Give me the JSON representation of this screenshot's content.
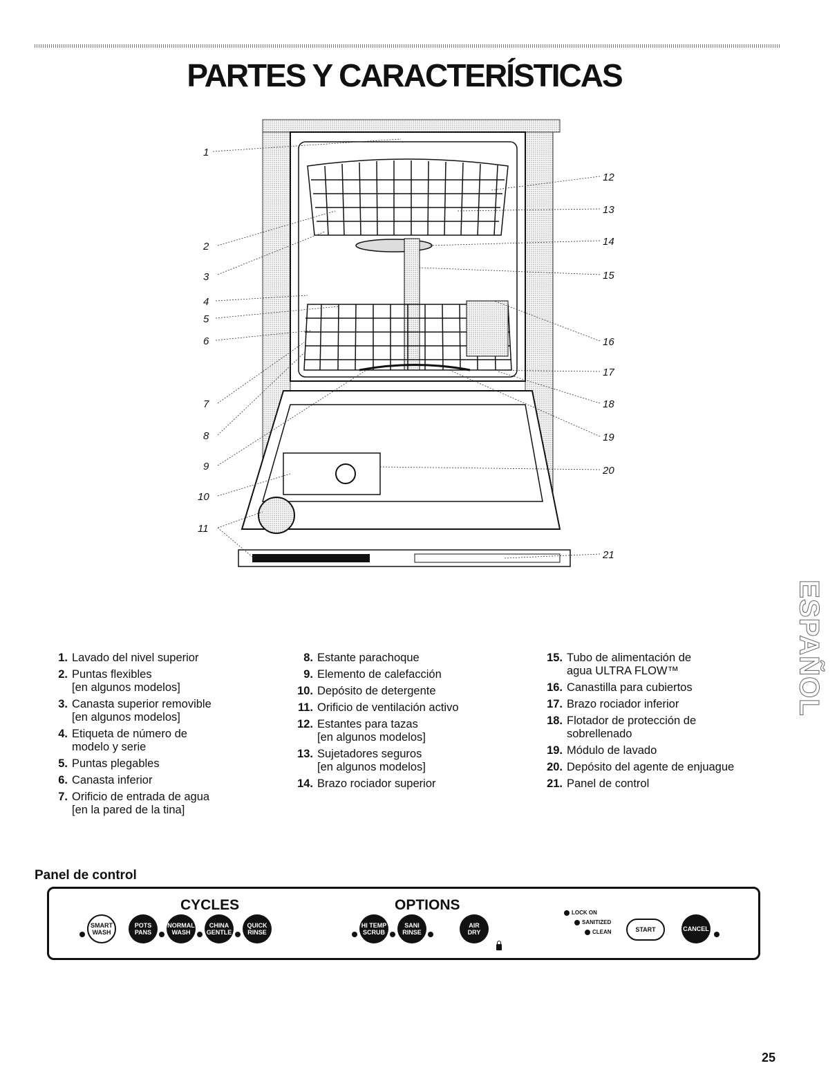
{
  "page": {
    "title": "PARTES Y CARACTERÍSTICAS",
    "side_tab": "ESPAÑOL",
    "page_number": "25"
  },
  "diagram": {
    "callouts": [
      "1",
      "2",
      "3",
      "4",
      "5",
      "6",
      "7",
      "8",
      "9",
      "10",
      "11",
      "12",
      "13",
      "14",
      "15",
      "16",
      "17",
      "18",
      "19",
      "20",
      "21"
    ]
  },
  "parts": {
    "col1": [
      {
        "num": "1.",
        "text": "Lavado del nivel superior"
      },
      {
        "num": "2.",
        "text": "Puntas flexibles",
        "sub": "[en algunos modelos]"
      },
      {
        "num": "3.",
        "text": "Canasta superior removible",
        "sub": "[en algunos modelos]"
      },
      {
        "num": "4.",
        "text": "Etiqueta de número de",
        "sub": "modelo y serie"
      },
      {
        "num": "5.",
        "text": "Puntas plegables"
      },
      {
        "num": "6.",
        "text": "Canasta inferior"
      },
      {
        "num": "7.",
        "text": "Orificio de entrada de agua",
        "sub": "[en la pared de la tina]"
      }
    ],
    "col2": [
      {
        "num": "8.",
        "text": "Estante parachoque"
      },
      {
        "num": "9.",
        "text": "Elemento de calefacción"
      },
      {
        "num": "10.",
        "text": "Depósito de detergente"
      },
      {
        "num": "11.",
        "text": "Orificio de ventilación activo"
      },
      {
        "num": "12.",
        "text": "Estantes para tazas",
        "sub": "[en algunos modelos]"
      },
      {
        "num": "13.",
        "text": "Sujetadores seguros",
        "sub": "[en algunos modelos]"
      },
      {
        "num": "14.",
        "text": "Brazo rociador superior"
      }
    ],
    "col3": [
      {
        "num": "15.",
        "text": "Tubo de alimentación de",
        "sub": "agua ULTRA FLOW™"
      },
      {
        "num": "16.",
        "text": "Canastilla para cubiertos"
      },
      {
        "num": "17.",
        "text": "Brazo rociador inferior"
      },
      {
        "num": "18.",
        "text": "Flotador de protección de",
        "sub": "sobrellenado"
      },
      {
        "num": "19.",
        "text": "Módulo de lavado"
      },
      {
        "num": "20.",
        "text": "Depósito del agente de enjuague"
      },
      {
        "num": "21.",
        "text": "Panel de control"
      }
    ]
  },
  "control_panel": {
    "heading": "Panel de control",
    "cycles_label": "CYCLES",
    "options_label": "OPTIONS",
    "buttons": {
      "smart_wash": [
        "SMART",
        "WASH"
      ],
      "pots_pans": [
        "POTS",
        "PANS"
      ],
      "normal_wash": [
        "NORMAL",
        "WASH"
      ],
      "china_gentle": [
        "CHINA",
        "GENTLE"
      ],
      "quick_rinse": [
        "QUICK",
        "RINSE"
      ],
      "hi_temp_scrub": [
        "HI TEMP",
        "SCRUB"
      ],
      "sani_rinse": [
        "SANI",
        "RINSE"
      ],
      "air_dry": [
        "AIR",
        "DRY"
      ],
      "start": "START",
      "cancel": "CANCEL"
    },
    "status_lights": [
      "LOCK ON",
      "SANITIZED",
      "CLEAN"
    ]
  }
}
